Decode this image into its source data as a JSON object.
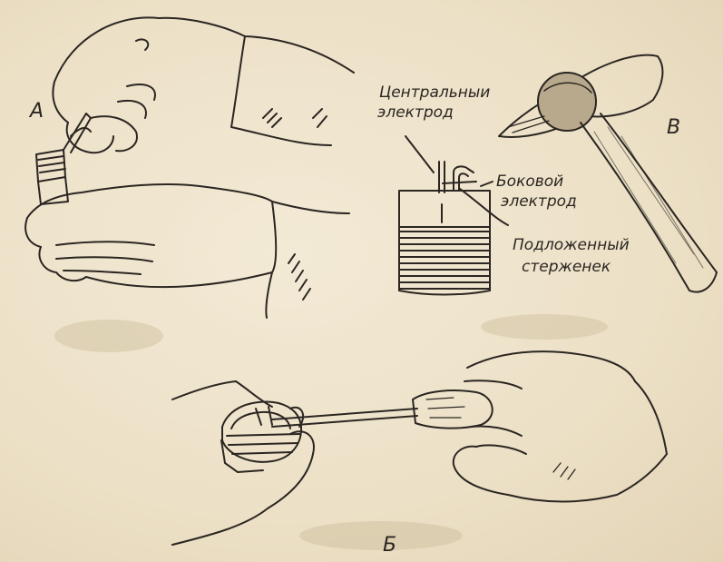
{
  "figure": {
    "parts": {
      "a": "А",
      "b": "Б",
      "v": "В"
    },
    "callouts": {
      "central_line1": "Центральныи",
      "central_line2": "электрод",
      "side_line1": "Боковой",
      "side_line2": "электрод",
      "rod_line1": "Подложенный",
      "rod_line2": "стерженек"
    },
    "colors": {
      "paper": "#efe4cc",
      "ink": "#2b2622"
    }
  }
}
